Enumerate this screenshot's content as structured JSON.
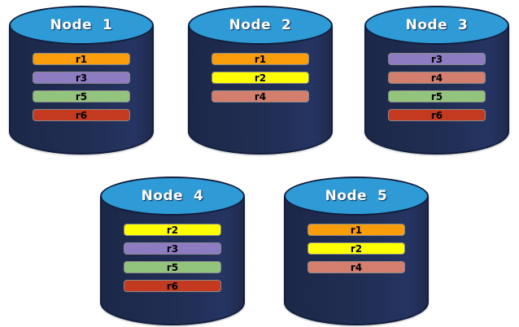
{
  "diagram": {
    "description": "Five database cylinder nodes holding replica partitions",
    "theme": {
      "background": "#FFFFFF",
      "cylinder_body": "#1F2A4C",
      "cylinder_outline": "#111E3C",
      "cylinder_top": "#2E9AD6",
      "title_text": "#FFFFFF",
      "bar_text": "#000000",
      "bar_border": "#8A8A8A"
    },
    "replica_colors": {
      "r1": "#F99E0A",
      "r2": "#FFFF00",
      "r3": "#8E7CC3",
      "r4": "#D47E6E",
      "r5": "#93C47D",
      "r6": "#C43A20"
    },
    "nodes": [
      {
        "label": "Node  1",
        "replicas": [
          "r1",
          "r3",
          "r5",
          "r6"
        ]
      },
      {
        "label": "Node  2",
        "replicas": [
          "r1",
          "r2",
          "r4"
        ]
      },
      {
        "label": "Node  3",
        "replicas": [
          "r3",
          "r4",
          "r5",
          "r6"
        ]
      },
      {
        "label": "Node  4",
        "replicas": [
          "r2",
          "r3",
          "r5",
          "r6"
        ]
      },
      {
        "label": "Node  5",
        "replicas": [
          "r1",
          "r2",
          "r4"
        ]
      }
    ]
  }
}
